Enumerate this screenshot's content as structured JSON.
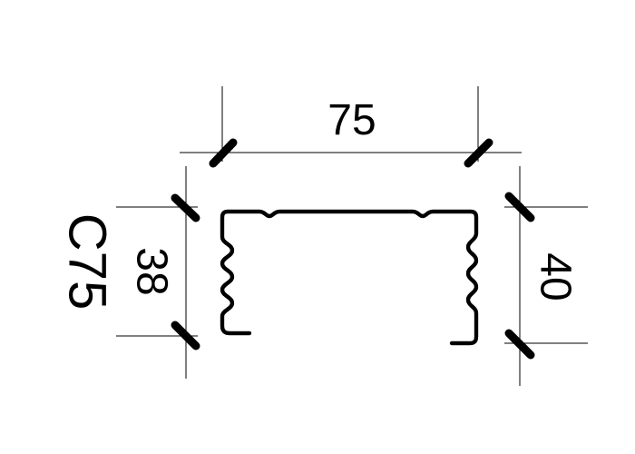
{
  "diagram": {
    "profile_name": "C75",
    "dimensions": {
      "width": "75",
      "left_height": "38",
      "right_height": "40"
    },
    "colors": {
      "line": "#000000",
      "background": "#ffffff"
    }
  }
}
